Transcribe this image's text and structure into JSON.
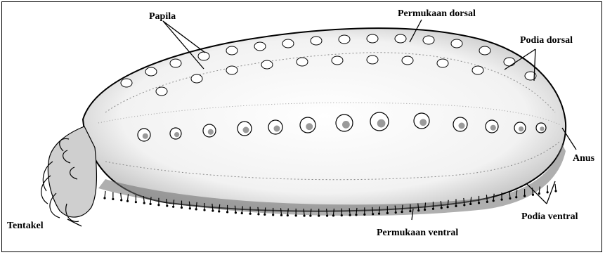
{
  "figure": {
    "labels": {
      "papila": "Papila",
      "permukaan_dorsal": "Permukaan dorsal",
      "podia_dorsal": "Podia dorsal",
      "anus": "Anus",
      "podia_ventral": "Podia ventral",
      "permukaan_ventral": "Permukaan ventral",
      "tentakel": "Tentakel"
    },
    "colors": {
      "ink": "#000000",
      "paper": "#ffffff",
      "stipple": "#555555"
    }
  }
}
